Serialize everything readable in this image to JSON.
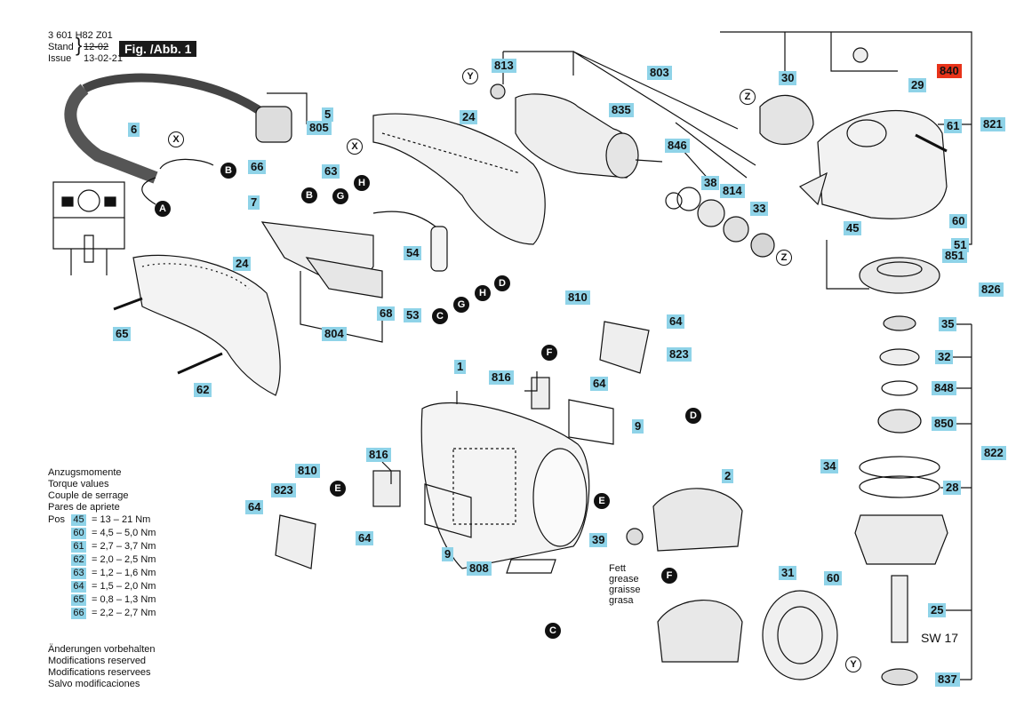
{
  "header": {
    "doc_number": "3 601 H82 Z01",
    "stand_label": "Stand",
    "issue_label": "Issue",
    "stand_old": "12-02",
    "issue_date": "13-02-21",
    "figure": "Fig. /Abb. 1"
  },
  "part_labels": [
    "813",
    "803",
    "835",
    "30",
    "840",
    "29",
    "61",
    "821",
    "846",
    "38",
    "814",
    "33",
    "60",
    "51",
    "851",
    "45",
    "826",
    "35",
    "32",
    "848",
    "850",
    "822",
    "34",
    "28",
    "60",
    "25",
    "837",
    "24",
    "5",
    "805",
    "6",
    "66",
    "63",
    "7",
    "54",
    "68",
    "53",
    "804",
    "24",
    "65",
    "62",
    "1",
    "810",
    "823",
    "816",
    "64",
    "64",
    "9",
    "9",
    "2",
    "816",
    "810",
    "823",
    "64",
    "64",
    "808",
    "39",
    "31"
  ],
  "connectors": [
    "B",
    "A",
    "X",
    "B",
    "G",
    "H",
    "D",
    "H",
    "G",
    "C",
    "X",
    "Y",
    "Z",
    "Z",
    "F",
    "D",
    "E",
    "E",
    "F",
    "C",
    "Y"
  ],
  "annotations": {
    "fett": "Fett",
    "grease": "grease",
    "graisse": "graisse",
    "grasa": "grasa",
    "sw": "SW 17"
  },
  "legend": {
    "title_lines": [
      "Anzugsmomente",
      "Torque values",
      "Couple de serrage",
      "Pares de apriete"
    ],
    "pos_label": "Pos",
    "rows": [
      {
        "pos": "45",
        "value": "=  13  –  21 Nm"
      },
      {
        "pos": "60",
        "value": "=  4,5  –  5,0 Nm"
      },
      {
        "pos": "61",
        "value": "=  2,7  –  3,7 Nm"
      },
      {
        "pos": "62",
        "value": "=  2,0  –  2,5 Nm"
      },
      {
        "pos": "63",
        "value": "=  1,2  –  1,6 Nm"
      },
      {
        "pos": "64",
        "value": "=  1,5  –  2,0 Nm"
      },
      {
        "pos": "65",
        "value": "=  0,8  –  1,3 Nm"
      },
      {
        "pos": "66",
        "value": "=  2,2  –  2,7 Nm"
      }
    ]
  },
  "notes": [
    "Änderungen vorbehalten",
    "Modifications reserved",
    "Modifications reservees",
    "Salvo modificaciones"
  ],
  "colors": {
    "tag": "#8fd3e8",
    "highlight": "#e8331a",
    "ink": "#111111"
  }
}
